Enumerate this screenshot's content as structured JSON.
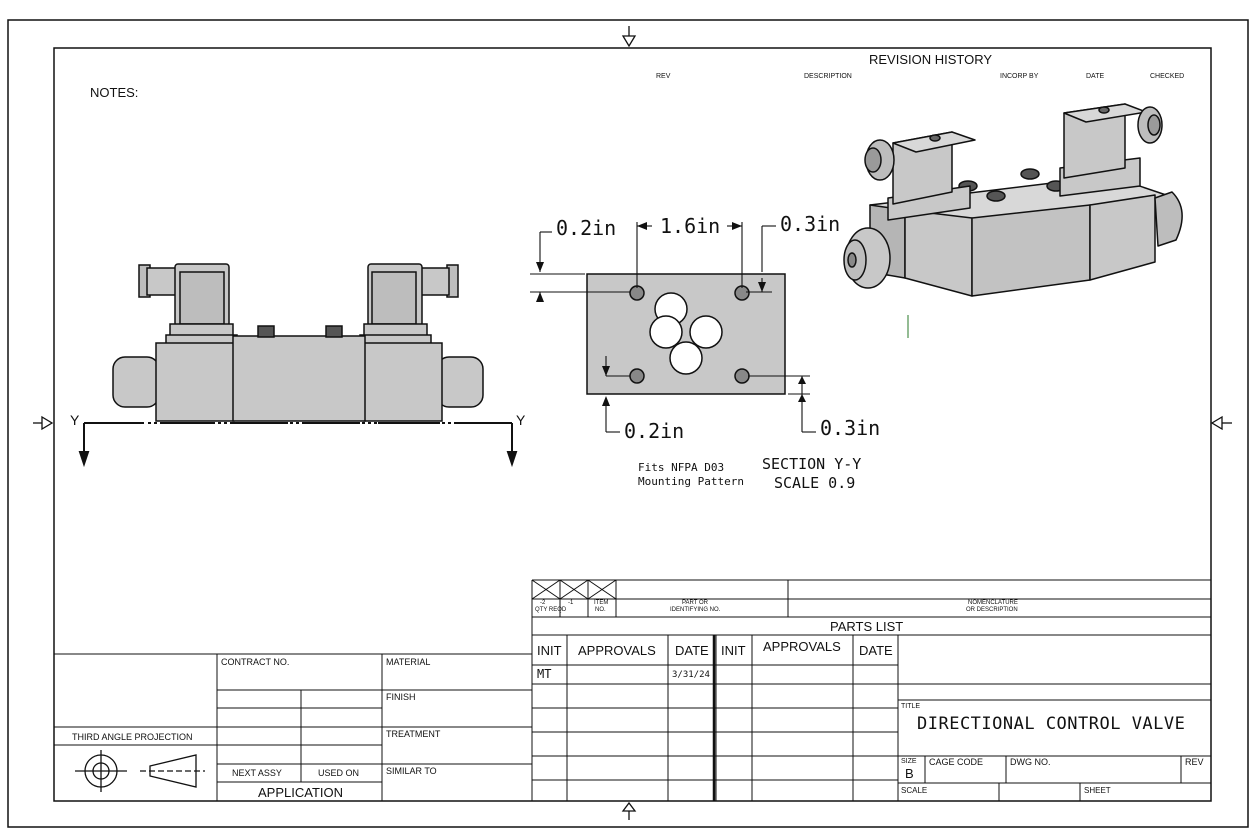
{
  "notes": {
    "label": "NOTES:"
  },
  "revision": {
    "title": "REVISION HISTORY",
    "columns": [
      "REV",
      "DESCRIPTION",
      "INCORP BY",
      "DATE",
      "CHECKED"
    ]
  },
  "dimensions": {
    "top_left": "0.2in",
    "top_center": "1.6in",
    "top_right": "0.3in",
    "bottom_left": "0.2in",
    "bottom_right": "0.3in"
  },
  "section": {
    "fits_line1": "Fits NFPA D03",
    "fits_line2": "Mounting Pattern",
    "title": "SECTION Y-Y",
    "scale": "SCALE 0.9",
    "cut_label_left": "Y",
    "cut_label_right": "Y"
  },
  "parts_list": {
    "title": "PARTS LIST",
    "col_qty_a": "-2",
    "col_qty_b": "-1",
    "col_item": "ITEM",
    "col_qty_reqd": "QTY REQD",
    "col_no": "NO.",
    "col_part_line1": "PART OR",
    "col_part_line2": "IDENTIFYING NO.",
    "col_nom_line1": "NOMENCLATURE",
    "col_nom_line2": "OR DESCRIPTION"
  },
  "approvals": {
    "init": "INIT",
    "approvals": "APPROVALS",
    "date": "DATE",
    "row1_init": "MT",
    "row1_date": "3/31/24"
  },
  "left_block": {
    "contract_no": "CONTRACT NO.",
    "material": "MATERIAL",
    "finish": "FINISH",
    "treatment": "TREATMENT",
    "similar_to": "SIMILAR TO",
    "third_angle": "THIRD ANGLE PROJECTION",
    "next_assy": "NEXT ASSY",
    "used_on": "USED ON",
    "application": "APPLICATION"
  },
  "title_block": {
    "title_label": "TITLE",
    "title": "DIRECTIONAL CONTROL VALVE",
    "size_label": "SIZE",
    "size": "B",
    "cage_code": "CAGE CODE",
    "dwg_no": "DWG NO.",
    "rev": "REV",
    "scale": "SCALE",
    "sheet": "SHEET"
  },
  "colors": {
    "line": "#111111",
    "part_fill": "#c8c8c8",
    "part_dark": "#9a9a9a",
    "hole": "#ffffff"
  }
}
